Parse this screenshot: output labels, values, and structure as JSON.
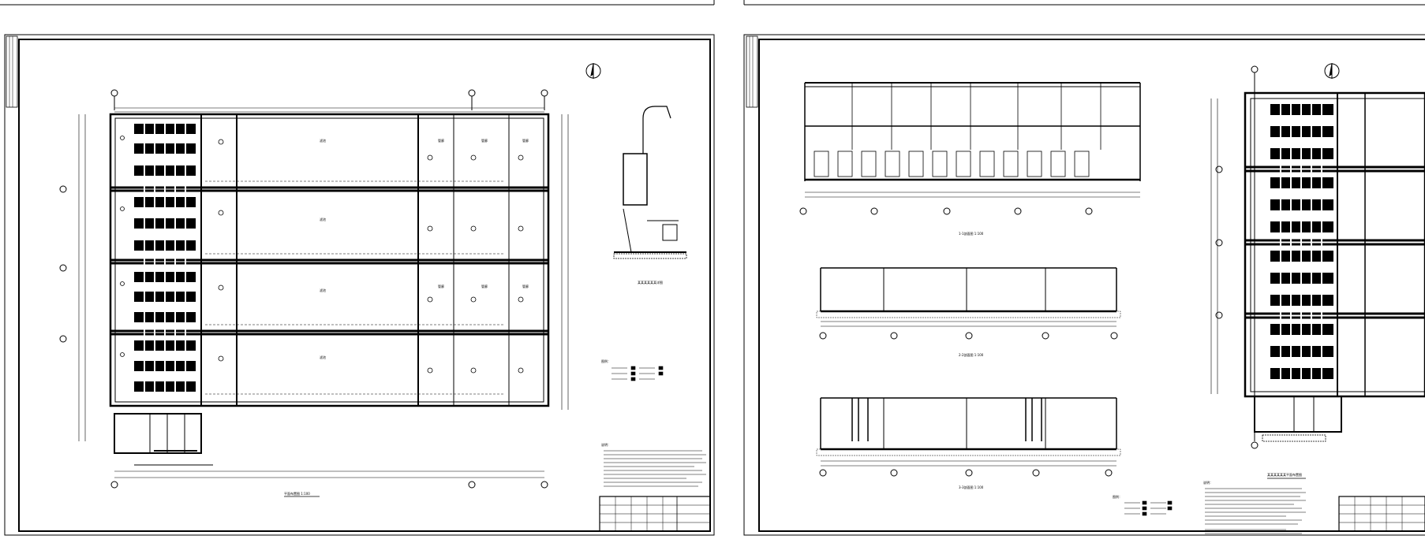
{
  "sheets": [
    {
      "id": "left-sheet",
      "plan_caption": "平面布置图 1:100",
      "section_caption": "某某某某某某详图",
      "legend_title": "图例：",
      "notes_title": "说明："
    },
    {
      "id": "right-sheet",
      "section_captions": [
        "1-1剖面图 1:100",
        "2-2剖面图 1:100",
        "3-3剖面图 1:100"
      ],
      "plan_caption": "某某某某某某平面布置图",
      "legend_title": "图例：",
      "notes_title": "说明："
    }
  ],
  "room_labels": {
    "filter": "滤池",
    "corridor": "管廊"
  },
  "north_label": "N"
}
